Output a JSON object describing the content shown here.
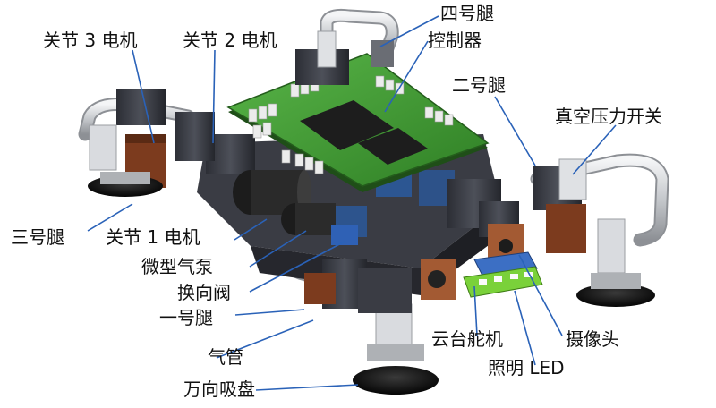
{
  "labels": {
    "leg4": "四号腿",
    "controller": "控制器",
    "joint3_motor": "关节 3 电机",
    "joint2_motor": "关节 2 电机",
    "leg2": "二号腿",
    "vacuum_switch": "真空压力开关",
    "leg3": "三号腿",
    "joint1_motor": "关节 1 电机",
    "micro_pump": "微型气泵",
    "reversing_valve": "换向阀",
    "leg1": "一号腿",
    "air_tube": "气管",
    "universal_cup": "万向吸盘",
    "gimbal_servo": "云台舵机",
    "camera": "摄像头",
    "led": "照明 LED"
  },
  "colors": {
    "pcb": "#3f9a32",
    "chip": "#1d1d1d",
    "metal": "#c9ccd0",
    "bracket": "#3b3d45",
    "servo_body": "#7c3b1e",
    "suction_cup": "#111111",
    "led_board": "#7ad13a",
    "leader": "#2a62b8"
  }
}
